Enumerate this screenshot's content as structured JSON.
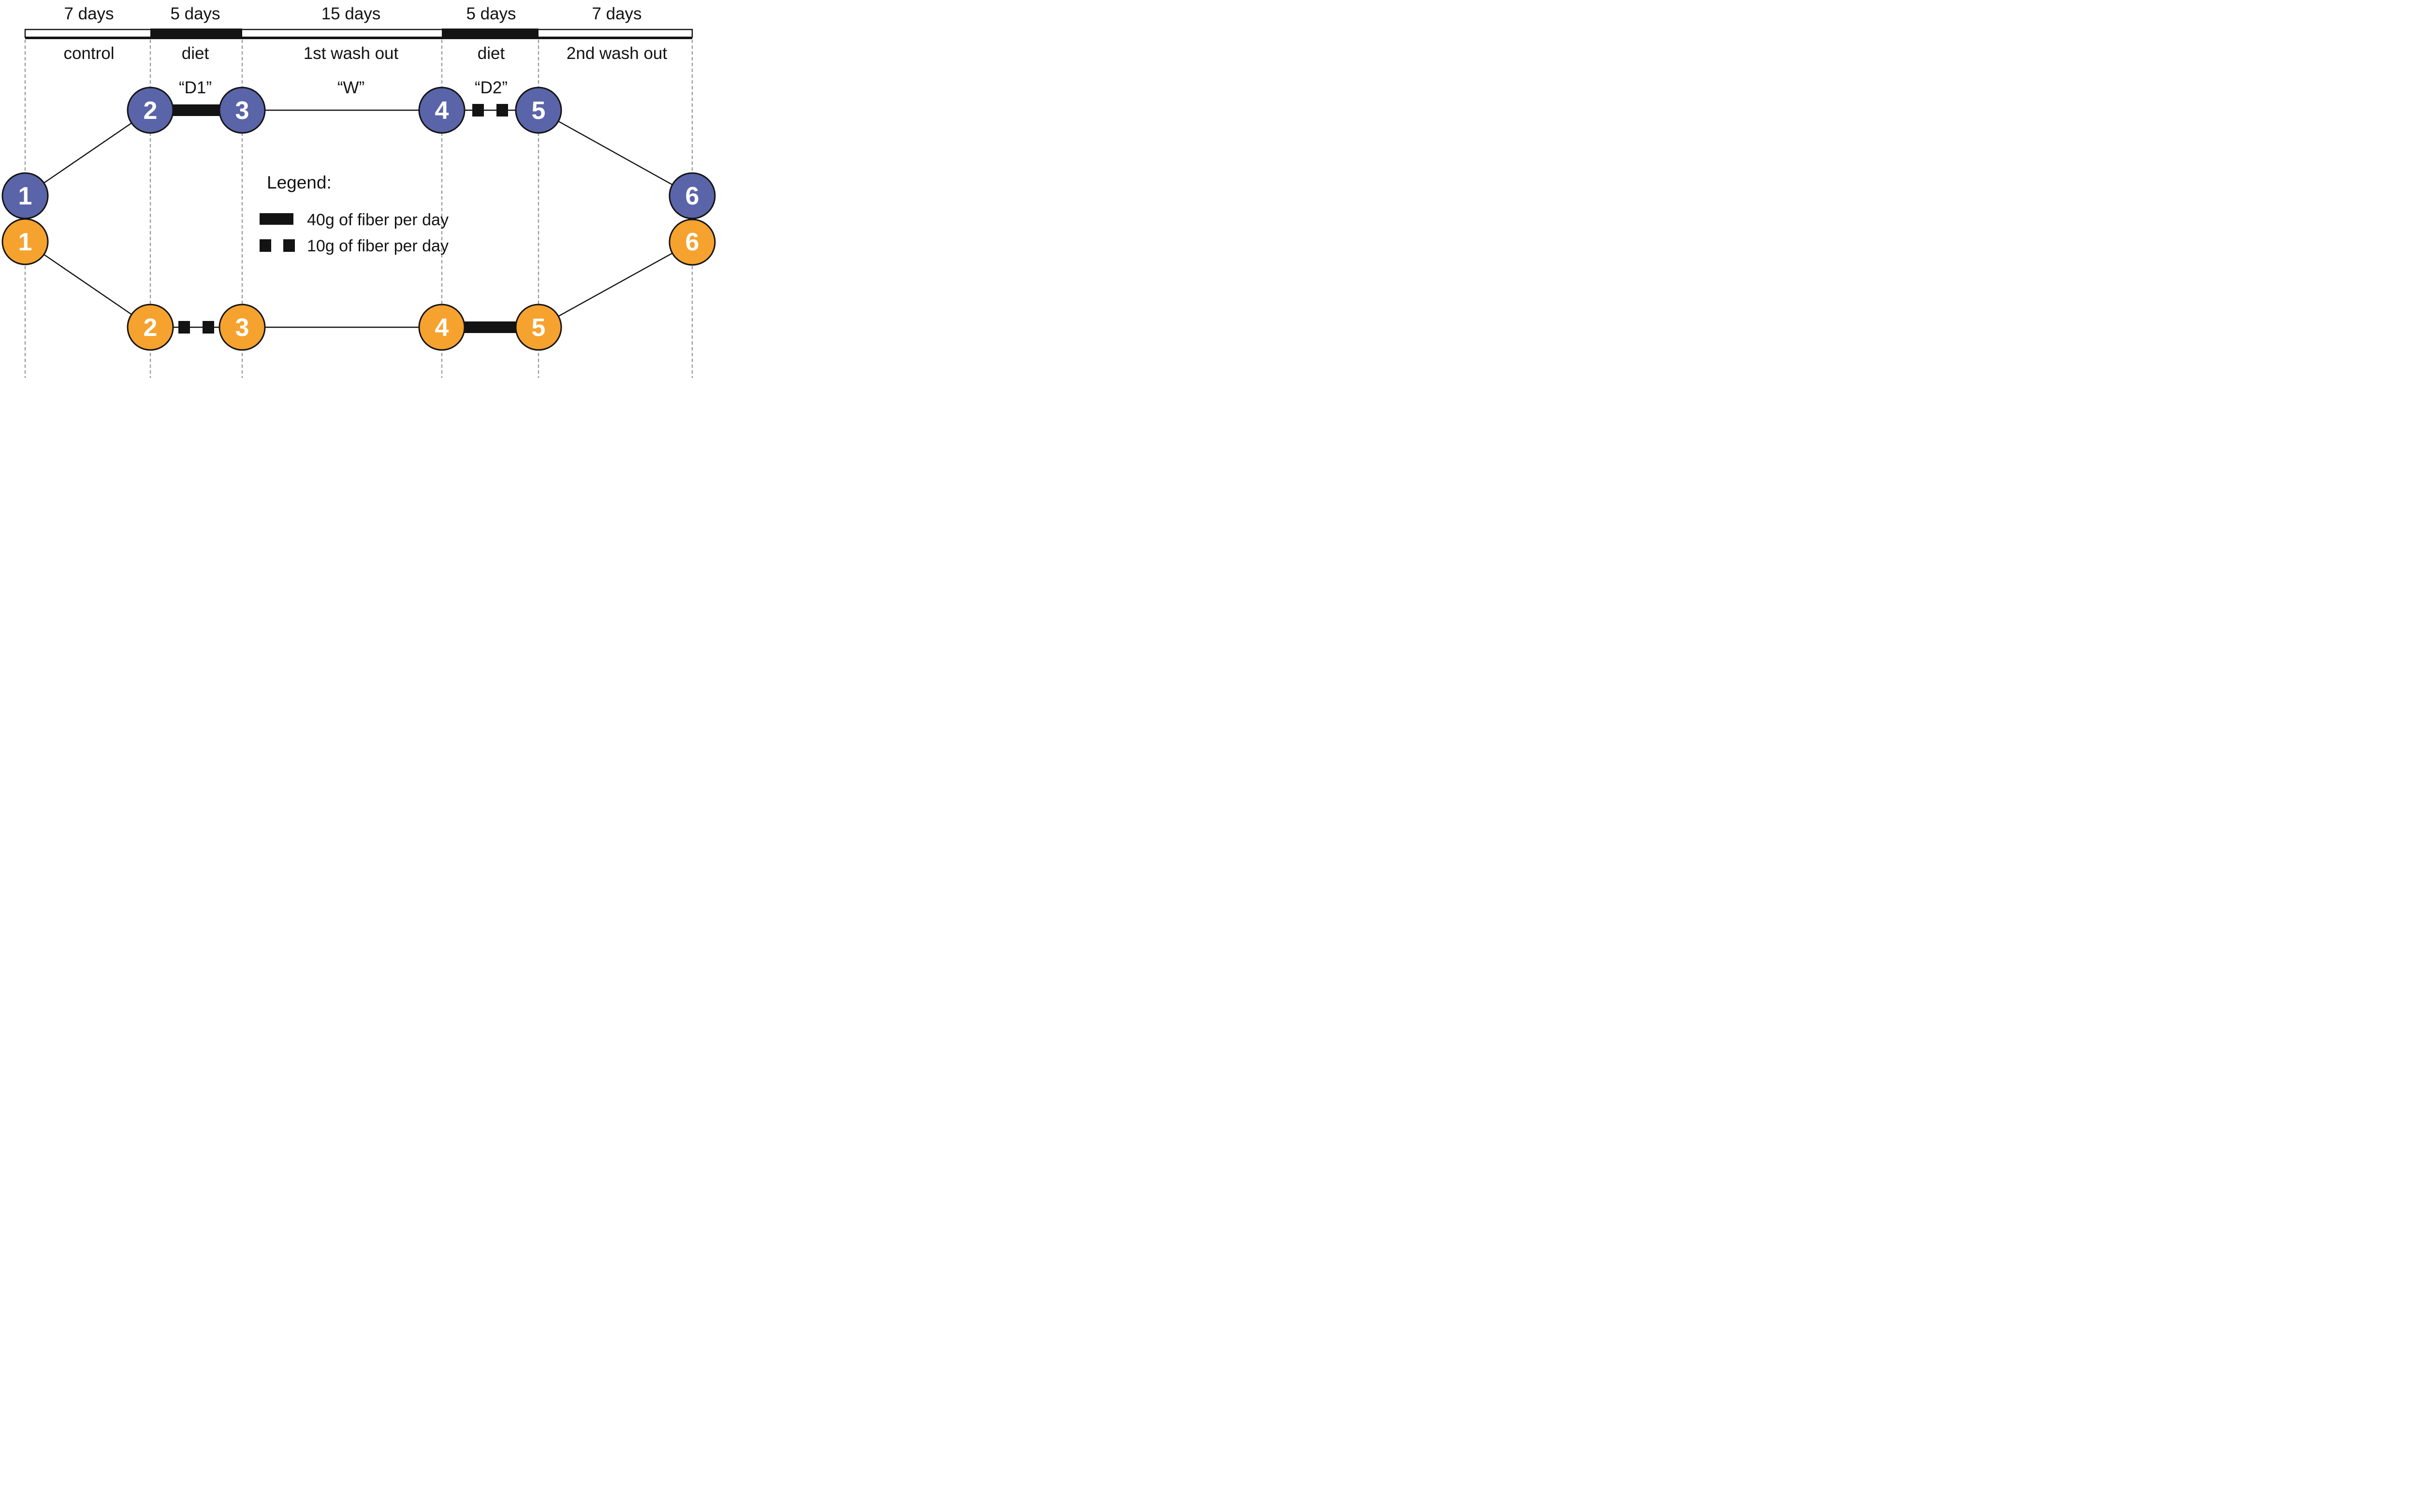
{
  "timeline": {
    "phases": [
      {
        "duration": "7 days",
        "name": "control"
      },
      {
        "duration": "5 days",
        "name": "diet",
        "code": "“D1”"
      },
      {
        "duration": "15 days",
        "name": "1st wash out",
        "code": "“W”"
      },
      {
        "duration": "5 days",
        "name": "diet",
        "code": "“D2”"
      },
      {
        "duration": "7 days",
        "name": "2nd wash out"
      }
    ]
  },
  "arms": {
    "blue": {
      "color": "#5A64A8",
      "nodes": [
        "1",
        "2",
        "3",
        "4",
        "5",
        "6"
      ]
    },
    "orange": {
      "color": "#F6A22E",
      "nodes": [
        "1",
        "2",
        "3",
        "4",
        "5",
        "6"
      ]
    }
  },
  "legend": {
    "title": "Legend:",
    "items": [
      {
        "swatch": "thick-bar-icon",
        "label": "40g of fiber per day"
      },
      {
        "swatch": "dashed-squares-icon",
        "label": "10g of fiber per day"
      }
    ]
  },
  "colors": {
    "ink": "#131313",
    "dash_gray": "#989898",
    "blue_arm": "#5A64A8",
    "orange_arm": "#F6A22E",
    "background": "#ffffff"
  }
}
